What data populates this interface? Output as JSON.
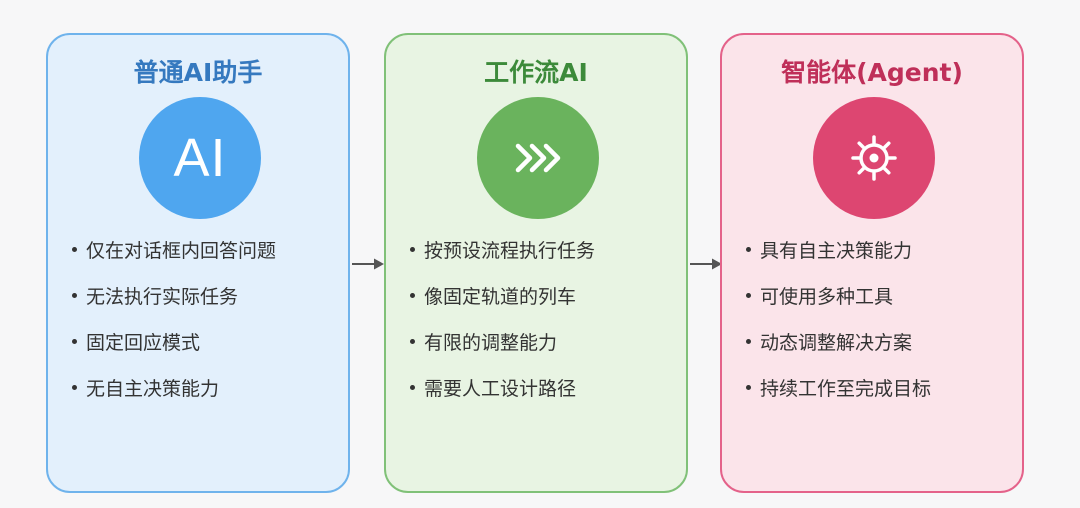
{
  "cards": [
    {
      "title": "普通AI助手",
      "icon_name": "ai-text-icon",
      "icon_text": "AI",
      "color": "#4fa6ef",
      "features": [
        "仅在对话框内回答问题",
        "无法执行实际任务",
        "固定回应模式",
        "无自主决策能力"
      ]
    },
    {
      "title": "工作流AI",
      "icon_name": "chevrons-right-icon",
      "color": "#6ab35d",
      "features": [
        "按预设流程执行任务",
        "像固定轨道的列车",
        "有限的调整能力",
        "需要人工设计路径"
      ]
    },
    {
      "title": "智能体(Agent)",
      "icon_name": "gear-icon",
      "color": "#dd4671",
      "features": [
        "具有自主决策能力",
        "可使用多种工具",
        "动态调整解决方案",
        "持续工作至完成目标"
      ]
    }
  ],
  "arrow_color": "#555555"
}
